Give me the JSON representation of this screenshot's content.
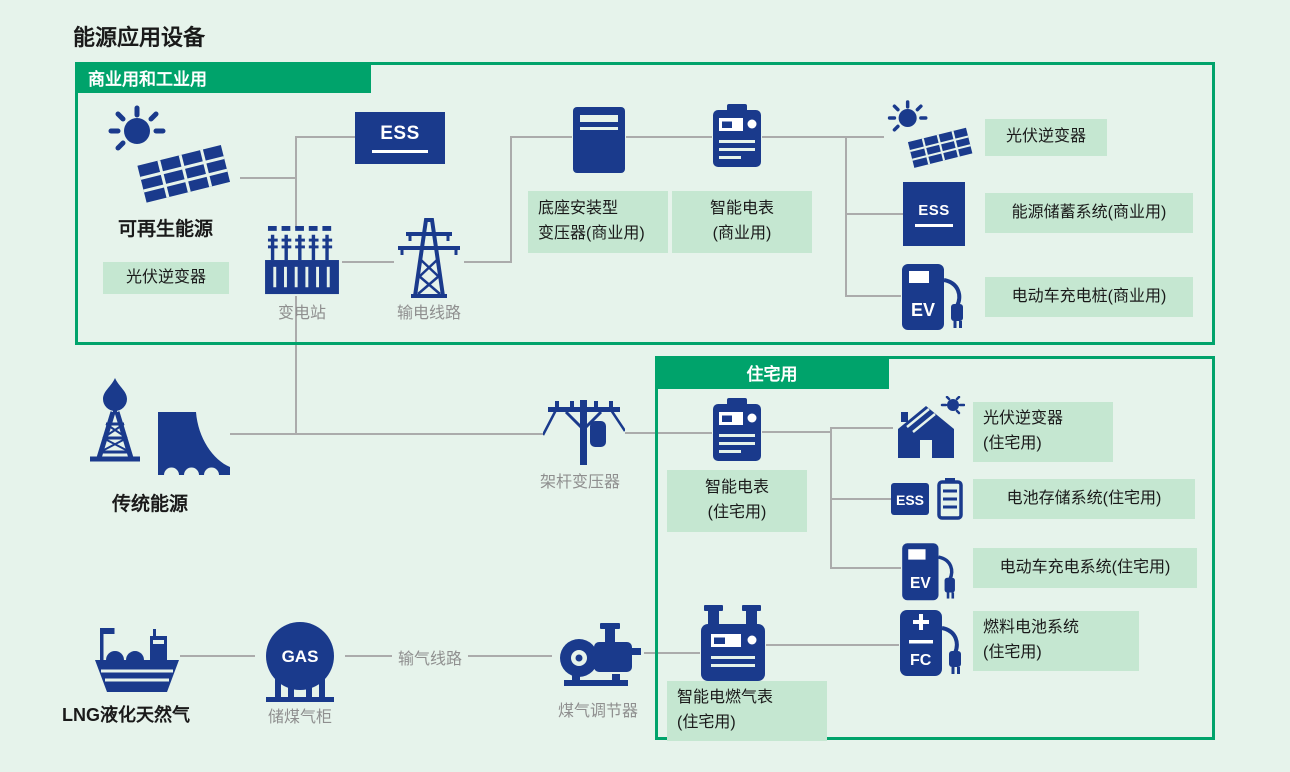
{
  "title": "能源应用设备",
  "colors": {
    "page_bg": "#E6F3EB",
    "accent_green": "#00A36B",
    "tag_green": "#C5E7D1",
    "icon_blue": "#1A3A8C",
    "line_grey": "#ABABAB",
    "muted_text": "#8F8F8F",
    "dark_text": "#1A1A1A"
  },
  "commercial": {
    "header": "商业用和工业用",
    "renewable_label": "可再生能源",
    "pv_inverter_tag": "光伏逆变器",
    "ess_label": "ESS",
    "substation_label": "变电站",
    "transmission_label": "输电线路",
    "pad_transformer_tag": "底座安装型\n变压器(商业用)",
    "smart_meter_tag": "智能电表\n(商业用)",
    "right": {
      "pv_inverter_tag": "光伏逆变器",
      "ess_label": "ESS",
      "storage_tag": "能源储蓄系统(商业用)",
      "ev_label": "EV",
      "ev_tag": "电动车充电桩(商业用)"
    }
  },
  "residential": {
    "header": "住宅用",
    "pole_transformer_label": "架杆变压器",
    "smart_meter_tag": "智能电表\n(住宅用)",
    "pv_inverter_tag": "光伏逆变器\n(住宅用)",
    "ess_label": "ESS",
    "battery_tag": "电池存储系统(住宅用)",
    "ev_label": "EV",
    "ev_tag": "电动车充电系统(住宅用)",
    "fc_label": "FC",
    "fuel_cell_tag": "燃料电池系统\n(住宅用)",
    "gas_meter_tag": "智能电燃气表\n(住宅用)"
  },
  "supply": {
    "traditional_label": "传统能源",
    "lng_label": "LNG液化天然气",
    "gas_tank_text": "GAS",
    "gas_tank_label": "储煤气柜",
    "gas_line_label": "输气线路",
    "regulator_label": "煤气调节器"
  }
}
